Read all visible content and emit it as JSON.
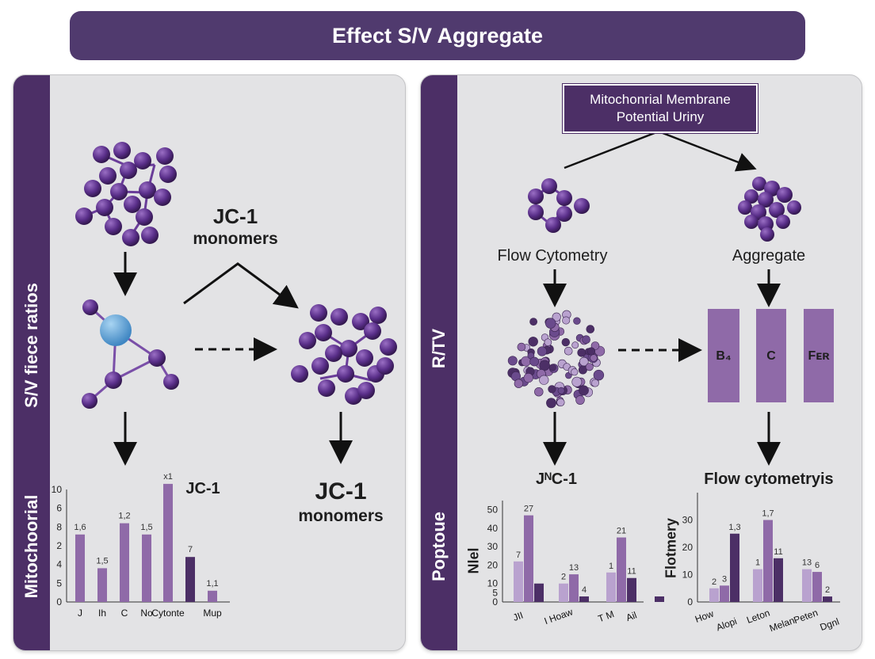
{
  "title": "Effect S/V Aggregate",
  "left_panel": {
    "side_labels": {
      "top": "S/V fiece ratios",
      "bottom": "Mitochoorial"
    },
    "jc1_label": {
      "line1": "JC-1",
      "line2": "monomers"
    },
    "jc1_label_bottom": {
      "line1": "JC-1",
      "line2": "monomers"
    },
    "chart_title": "JC-1"
  },
  "right_panel": {
    "side_labels": {
      "top": "R/TV",
      "bottom": "Poptoue"
    },
    "mmp_box": {
      "line1": "Mitochonrial Membrane",
      "line2": "Potential Uriny"
    },
    "flow_label": "Flow Cytometry",
    "aggregate_label": "Aggregate",
    "blocks": [
      "B₄",
      "C",
      "Fᴇʀ"
    ],
    "chart1_title": "JᴺC-1",
    "chart1_ylabel": "Nlel",
    "chart2_title": "Flow cytometryis",
    "chart2_ylabel": "Flotmery"
  },
  "colors": {
    "dark": "#4c2f66",
    "mid": "#8f6aa8",
    "light": "#b9a2cf",
    "sphere": "#5c9fd4"
  },
  "chart_data": [
    {
      "type": "bar",
      "title": "JC-1",
      "categories": [
        "J",
        "Ih",
        "C",
        "No",
        "Cytonte",
        "Mup"
      ],
      "series": [
        {
          "values": [
            6,
            3,
            7,
            6,
            10.5,
            4,
            1
          ]
        }
      ],
      "bars": [
        {
          "category": "J",
          "value": 6,
          "label": "1,6",
          "shade": "mid"
        },
        {
          "category": "Ih",
          "value": 3,
          "label": "1,5",
          "shade": "mid"
        },
        {
          "category": "C",
          "value": 7,
          "label": "1,2",
          "shade": "mid"
        },
        {
          "category": "No",
          "value": 6,
          "label": "1,5",
          "shade": "mid"
        },
        {
          "category": "Cytonte",
          "value": 10.5,
          "label": "x1",
          "shade": "mid"
        },
        {
          "category": "Cytonte",
          "value": 4,
          "label": "7",
          "shade": "dark"
        },
        {
          "category": "Mup",
          "value": 1,
          "label": "1,1",
          "shade": "mid"
        }
      ],
      "yticks": [
        0,
        5,
        4,
        2,
        8,
        6,
        10
      ],
      "ylim": [
        0,
        10
      ]
    },
    {
      "type": "bar",
      "title": "JᴺC-1",
      "ylabel": "Nlel",
      "categories": [
        "JII",
        "I Hoaw",
        "T M",
        "Ail"
      ],
      "groups": [
        {
          "category": "JII",
          "values": [
            22,
            47,
            10
          ],
          "labels": [
            "7",
            "27",
            ""
          ]
        },
        {
          "category": "I Hoaw",
          "values": [
            10,
            15,
            3
          ],
          "labels": [
            "2",
            "13",
            "4"
          ]
        },
        {
          "category": "T M",
          "values": [
            16,
            35,
            13
          ],
          "labels": [
            "1",
            "21",
            "11"
          ]
        },
        {
          "category": "Ail",
          "values": [
            0,
            0,
            3
          ],
          "labels": [
            "",
            "",
            ""
          ]
        }
      ],
      "yticks": [
        0,
        5,
        10,
        20,
        30,
        40,
        50
      ],
      "ylim": [
        0,
        55
      ]
    },
    {
      "type": "bar",
      "title": "Flow cytometryis",
      "ylabel": "Flotmery",
      "categories": [
        "How",
        "Alopi",
        "Leton",
        "Melan",
        "Peten",
        "Dgnl"
      ],
      "groups": [
        {
          "category": "How Alopi",
          "values": [
            5,
            6,
            25
          ],
          "labels": [
            "2",
            "3",
            "1,3"
          ]
        },
        {
          "category": "Leton Melan",
          "values": [
            12,
            30,
            16
          ],
          "labels": [
            "1",
            "1,7",
            "11"
          ]
        },
        {
          "category": "Peten Dgnl",
          "values": [
            12,
            11,
            2
          ],
          "labels": [
            "13",
            "6",
            "2"
          ]
        }
      ],
      "yticks": [
        0,
        10,
        20,
        30
      ],
      "ylim": [
        0,
        40
      ]
    }
  ]
}
